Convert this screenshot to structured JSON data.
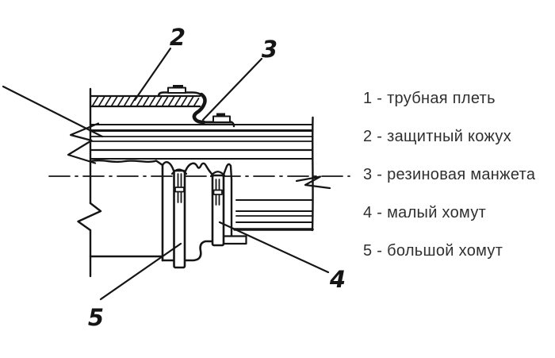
{
  "app": {
    "background": "#ffffff",
    "ink": "#151515",
    "text_color": "#2f2f2f"
  },
  "drawing": {
    "title": "pipe-joint-sectional-diagram",
    "callouts": {
      "n2": "2",
      "n3": "3",
      "n4": "4",
      "n5": "5"
    }
  },
  "legend": {
    "items": [
      {
        "text": "1 - трубная плеть"
      },
      {
        "text": "2 - защитный кожух"
      },
      {
        "text": "3 - резиновая манжета"
      },
      {
        "text": "4 - малый хомут"
      },
      {
        "text": "5 - большой хомут"
      }
    ]
  }
}
